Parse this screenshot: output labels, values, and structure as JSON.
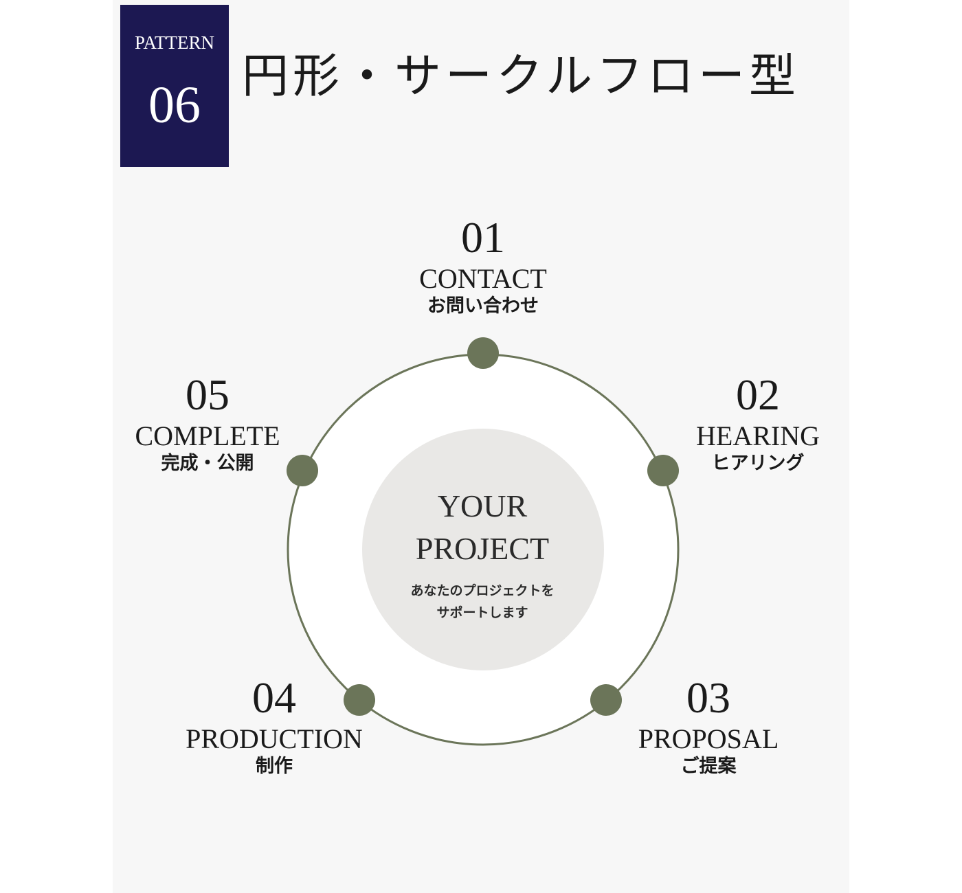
{
  "badge": {
    "label": "PATTERN",
    "number": "06",
    "color": "#1c1852"
  },
  "title": "円形・サークルフロー型",
  "center": {
    "title_lines": [
      "YOUR",
      "PROJECT"
    ],
    "subtitle_lines": [
      "あなたのプロジェクトを",
      "サポートします"
    ]
  },
  "colors": {
    "ring": "#6b7559",
    "node": "#6b7559",
    "inner_disc": "#e9e8e6",
    "outer_disc": "#ffffff",
    "panel_bg": "#f7f7f7"
  },
  "steps": [
    {
      "number": "01",
      "label": "CONTACT",
      "sublabel": "お問い合わせ"
    },
    {
      "number": "02",
      "label": "HEARING",
      "sublabel": "ヒアリング"
    },
    {
      "number": "03",
      "label": "PROPOSAL",
      "sublabel": "ご提案"
    },
    {
      "number": "04",
      "label": "PRODUCTION",
      "sublabel": "制作"
    },
    {
      "number": "05",
      "label": "COMPLETE",
      "sublabel": "完成・公開"
    }
  ]
}
